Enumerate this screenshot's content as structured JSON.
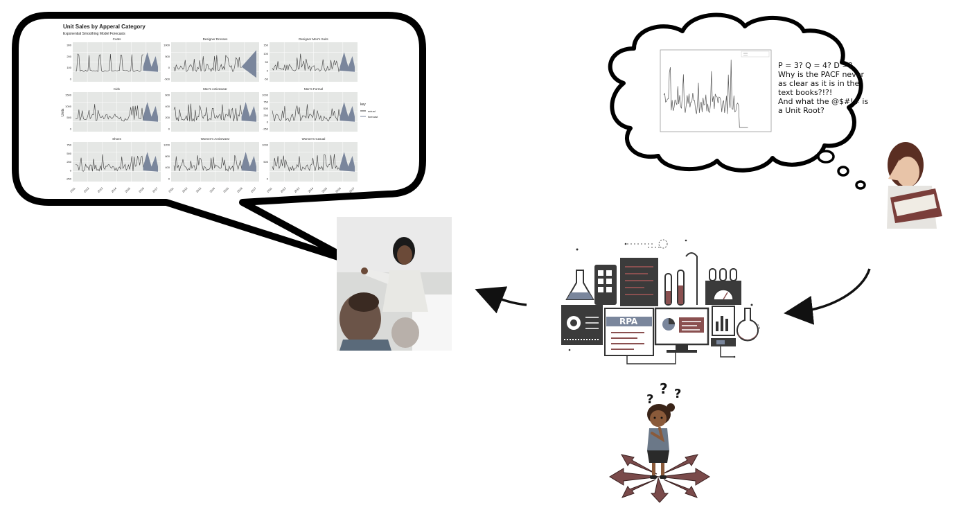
{
  "speech_chart": {
    "title": "Unit Sales by Apperal Category",
    "subtitle": "Exponential Smoothing Model Forecasts",
    "y_axis_label": "Units",
    "legend": {
      "title": "key",
      "items": [
        "actual",
        "forecast"
      ]
    },
    "panels": [
      {
        "name": "Coats",
        "yticks": [
          "300",
          "200",
          "100",
          "0"
        ]
      },
      {
        "name": "Designer Dresses",
        "yticks": [
          "1000",
          "500",
          "0",
          "-500"
        ]
      },
      {
        "name": "Designer Men's Suits",
        "yticks": [
          "150",
          "100",
          "50",
          "0",
          "-50"
        ]
      },
      {
        "name": "Kids",
        "yticks": [
          "1500",
          "1000",
          "500",
          "0"
        ]
      },
      {
        "name": "Men's Activewear",
        "yticks": [
          "600",
          "400",
          "200",
          "0"
        ]
      },
      {
        "name": "Men's Formal",
        "yticks": [
          "1000",
          "750",
          "500",
          "250",
          "0",
          "-250"
        ]
      },
      {
        "name": "Shoes",
        "yticks": [
          "750",
          "500",
          "250",
          "0",
          "-250"
        ]
      },
      {
        "name": "Women's Activewear",
        "yticks": [
          "1200",
          "800",
          "400",
          "0"
        ]
      },
      {
        "name": "Women's Casual",
        "yticks": [
          "1000",
          "500",
          "0"
        ]
      }
    ],
    "x_ticks": [
      "2011",
      "2012",
      "2013",
      "2014",
      "2015",
      "2016",
      "2017"
    ]
  },
  "thought_bubble": {
    "lines": [
      "P = 3? Q = 4? D =?",
      "Why is the PACF never",
      "as clear as it is in the",
      "text books?!?!",
      "And what the @$#!# is",
      "a Unit Root?"
    ]
  },
  "rpa_machine": {
    "label": "RPA"
  },
  "colors": {
    "panel_bg": "#e5e7e5",
    "actual_line": "#3a3a3a",
    "forecast_fill": "#7a869c",
    "machine_dark": "#3b3b3b",
    "machine_accent": "#8a5050",
    "arrow_base": "#7a4a4a"
  }
}
